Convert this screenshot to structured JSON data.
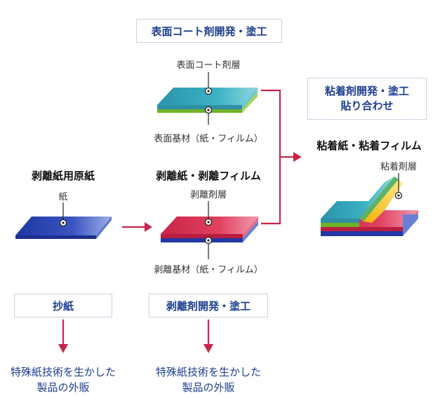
{
  "top_box": {
    "label": "表面コート剤開発・塗工"
  },
  "coat_layer_label": "表面コート剤層",
  "base_label": "表面基材（紙・フィルム）",
  "adhesive_box": {
    "line1": "粘着剤開発・塗工",
    "line2": "貼り合わせ"
  },
  "adhesive_title": "粘着紙・粘着フィルム",
  "adhesive_layer_label": "粘着剤層",
  "release_paper_title": "剥離紙用原紙",
  "paper_label": "紙",
  "release_title": "剥離紙・剥離フィルム",
  "release_agent_label": "剥離剤層",
  "release_base_label": "剥離基材（紙・フィルム）",
  "papermaking_box": {
    "label": "抄紙"
  },
  "release_dev_box": {
    "label": "剥離剤開発・塗工"
  },
  "outcome_left": {
    "line1": "特殊紙技術を生かした",
    "line2": "製品の外販"
  },
  "outcome_right": {
    "line1": "特殊紙技術を生かした",
    "line2": "製品の外販"
  },
  "colors": {
    "arrow": "#c8254a",
    "blue_text": "#1d3f8f",
    "teal": "#3aaec0",
    "green": "#7dbb2a",
    "pink": "#d93a5a",
    "blue": "#2b3fa8"
  }
}
